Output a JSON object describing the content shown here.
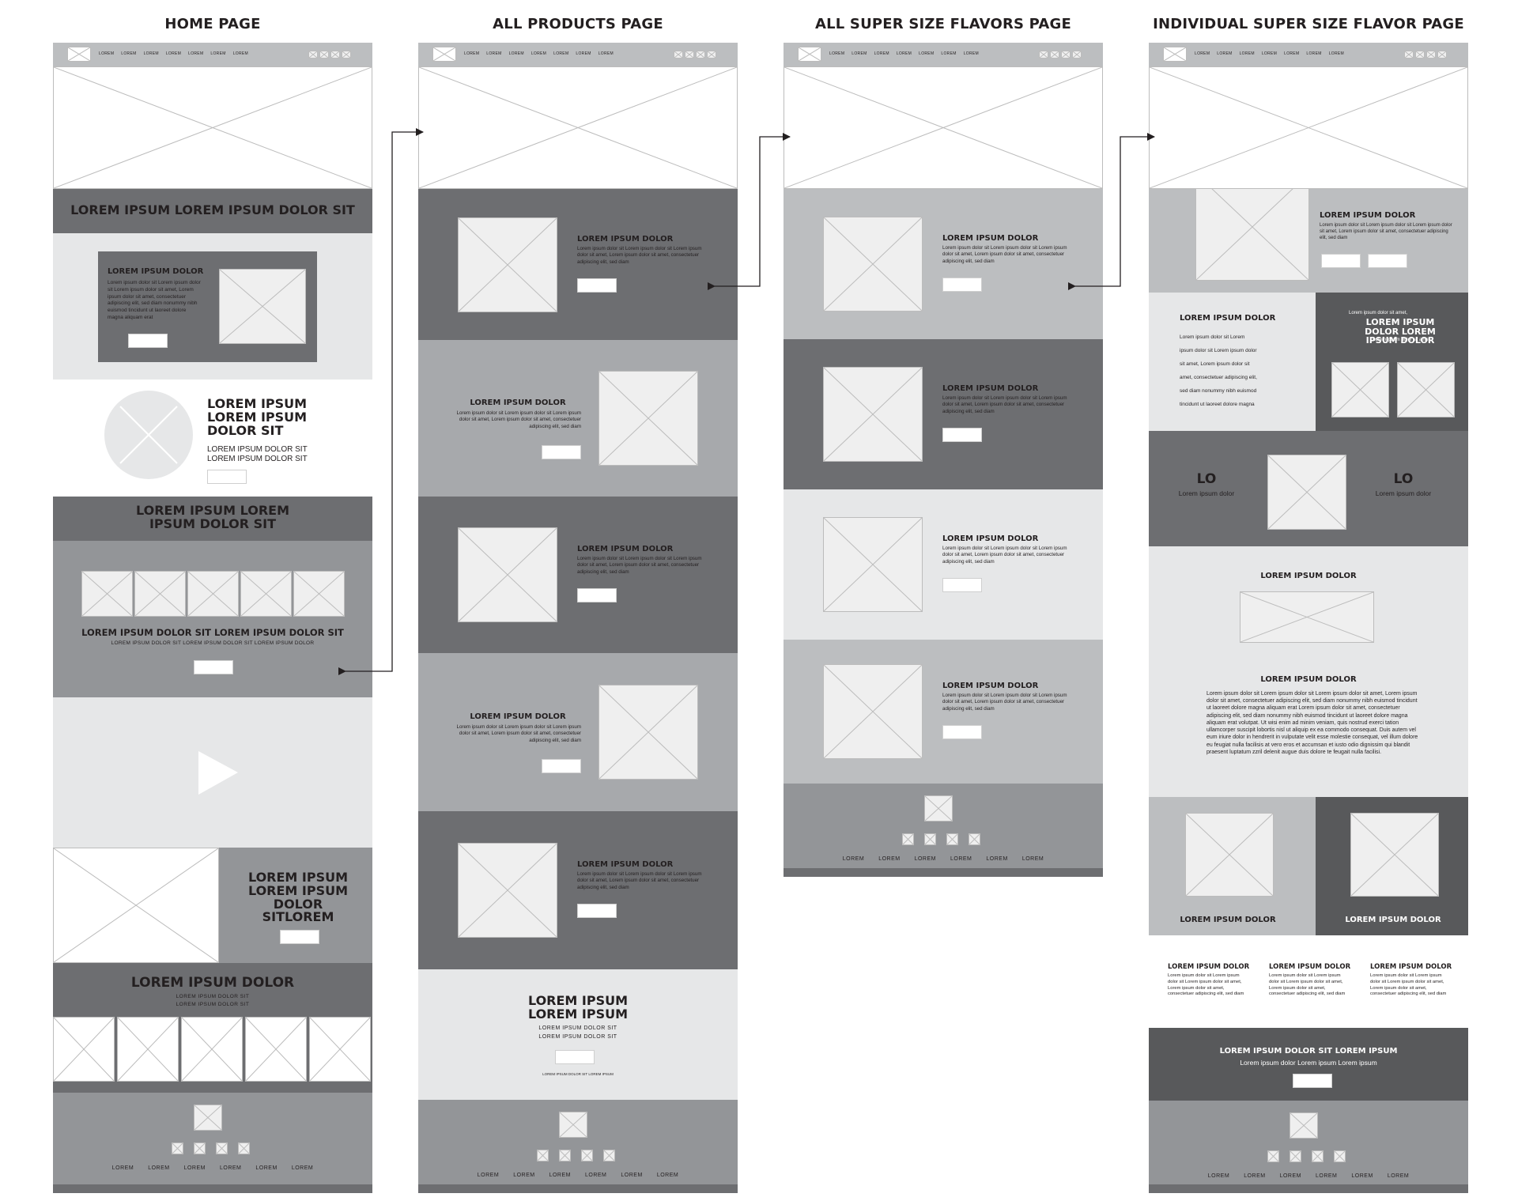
{
  "titles": {
    "home": "HOME PAGE",
    "products": "ALL PRODUCTS PAGE",
    "flavors": "ALL SUPER SIZE FLAVORS PAGE",
    "individual": "INDIVIDUAL SUPER SIZE FLAVOR PAGE"
  },
  "nav": {
    "links": [
      "LOREM",
      "LOREM",
      "LOREM",
      "LOREM",
      "LOREM",
      "LOREM",
      "LOREM"
    ]
  },
  "footer": {
    "links": [
      "LOREM",
      "LOREM",
      "LOREM",
      "LOREM",
      "LOREM",
      "LOREM"
    ]
  },
  "home": {
    "banner": "LOREM IPSUM LOREM IPSUM DOLOR SIT",
    "card_title": "LOREM IPSUM DOLOR",
    "card_body": "Lorem ipsum dolor sit Lorem ipsum dolor sit Lorem ipsum dolor sit amet, Lorem ipsum dolor sit amet, consectetuer adipiscing elit, sed diam nonummy nibh euismod tincidunt ut laoreet dolore magna aliquam erat",
    "circle_title": "LOREM IPSUM LOREM IPSUM DOLOR SIT",
    "circle_sub1": "LOREM IPSUM DOLOR SIT",
    "circle_sub2": "LOREM IPSUM DOLOR SIT",
    "banner2": "LOREM IPSUM LOREM IPSUM DOLOR SIT",
    "gallery_title": "LOREM IPSUM DOLOR SIT LOREM IPSUM DOLOR SIT",
    "gallery_sub": "LOREM IPSUM DOLOR SIT LOREM IPSUM DOLOR SIT LOREM IPSUM DOLOR",
    "split_title": "LOREM IPSUM LOREM IPSUM DOLOR SITLOREM",
    "grid_title": "LOREM IPSUM DOLOR",
    "grid_sub1": "LOREM IPSUM DOLOR SIT",
    "grid_sub2": "LOREM IPSUM DOLOR SIT"
  },
  "products": {
    "item_title": "LOREM IPSUM DOLOR",
    "item_body": "Lorem ipsum dolor sit Lorem ipsum dolor sit Lorem ipsum dolor sit amet, Lorem ipsum dolor sit amet, consectetuer adipiscing elit, sed diam",
    "cta_title": "LOREM IPSUM LOREM IPSUM",
    "cta_sub1": "LOREM IPSUM DOLOR SIT",
    "cta_sub2": "LOREM IPSUM DOLOR SIT",
    "cta_small": "LOREM IPSUM DOLOR SIT LOREM IPSUM"
  },
  "flavors": {
    "item_title": "LOREM IPSUM DOLOR",
    "item_body": "Lorem ipsum dolor sit Lorem ipsum dolor sit Lorem ipsum dolor sit amet, Lorem ipsum dolor sit amet, consectetuer adipiscing elit, sed diam"
  },
  "individual": {
    "hero_title": "LOREM IPSUM DOLOR",
    "hero_body": "Lorem ipsum dolor sit Lorem ipsum dolor sit Lorem ipsum dolor sit amet, Lorem ipsum dolor sit amet, consectetuer adipiscing elit, sed diam",
    "left_title": "LOREM IPSUM DOLOR",
    "left_lines": [
      "Lorem ipsum dolor sit Lorem",
      "ipsum dolor sit Lorem ipsum dolor",
      "sit amet, Lorem ipsum dolor sit",
      "amet, consectetuer adipiscing elit,",
      "sed diam nonummy nibh euismod",
      "tincidunt ut laoreet dolore magna"
    ],
    "right_small1": "Lorem ipsum dolor sit amet,",
    "right_title": "LOREM IPSUM DOLOR LOREM IPSUM DOLOR",
    "right_small2": "Lorem ipsum dolor sit amet,",
    "lo_left": "LO",
    "lo_left_sub": "Lorem ipsum dolor",
    "lo_right": "LO",
    "lo_right_sub": "Lorem ipsum dolor",
    "mid_title1": "LOREM IPSUM DOLOR",
    "mid_title2": "LOREM IPSUM DOLOR",
    "mid_body": "Lorem ipsum dolor sit Lorem ipsum dolor sit Lorem ipsum dolor sit amet, Lorem ipsum dolor sit amet, consectetuer adipiscing elit, sed diam nonummy nibh euismod tincidunt ut laoreet dolore magna aliquam erat Lorem ipsum dolor sit amet, consectetuer adipiscing elit, sed diam nonummy nibh euismod tincidunt ut laoreet dolore magna aliquam erat volutpat. Ut wisi enim ad minim veniam, quis nostrud exerci tation ullamcorper suscipit lobortis nisl ut aliquip ex ea commodo consequat. Duis autem vel eum iriure dolor in hendrerit in vulputate velit esse molestie consequat, vel illum dolore eu feugiat nulla facilisis at vero eros et accumsan et iusto odio dignissim qui blandit praesent luptatum zzril delenit augue duis dolore te feugait nulla facilisi.",
    "pair_left": "LOREM IPSUM DOLOR",
    "pair_right": "LOREM IPSUM DOLOR",
    "col_title": "LOREM IPSUM DOLOR",
    "col_body": "Lorem ipsum dolor sit Lorem ipsum dolor sit Lorem ipsum dolor sit amet, Lorem ipsum dolor sit amet, consectetuer adipiscing elit, sed diam",
    "cta_title": "LOREM IPSUM DOLOR SIT LOREM IPSUM",
    "cta_sub": "Lorem ipsum dolor Lorem ipsum Lorem ipsum"
  },
  "colors": {
    "light": "#e6e7e8",
    "nav": "#bcbec0",
    "mid": "#a7a9ac",
    "dark": "#6d6e71",
    "darker": "#58595b",
    "footer": "#939598",
    "placeholder": "#efefef"
  }
}
